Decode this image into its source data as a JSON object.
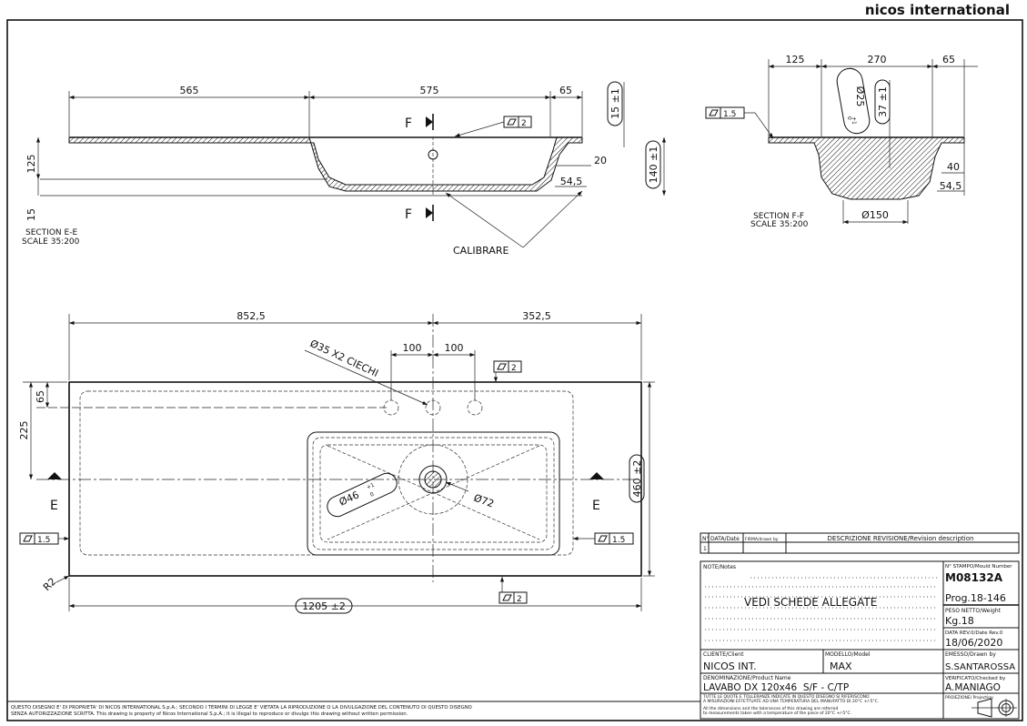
{
  "logo": "nicos international",
  "section_ee": {
    "title": "SECTION E-E",
    "scale": "SCALE 35:200",
    "dims": {
      "d565": "565",
      "d575": "575",
      "d65": "65",
      "d125": "125",
      "d15": "15",
      "d15tol": "15 ±1",
      "d140tol": "140 ±1",
      "d20": "20",
      "d54": "54,5"
    },
    "section_mark": "F",
    "flatness": "2",
    "calibrare": "CALIBRARE"
  },
  "section_ff": {
    "title": "SECTION F-F",
    "scale": "SCALE 35:200",
    "dims": {
      "d125": "125",
      "d270": "270",
      "d65": "65",
      "d25": "Ø25",
      "d25tol_up": "+1",
      "d25tol_dn": "0",
      "d37": "37 ±1",
      "d40": "40",
      "d54": "54,5",
      "d150": "Ø150"
    },
    "flatness": "1.5"
  },
  "plan": {
    "dims": {
      "d852": "852,5",
      "d352": "352,5",
      "d100a": "100",
      "d100b": "100",
      "holes": "Ø35 X2 CIECHI",
      "d65": "65",
      "d225": "225",
      "d460": "460 ±2",
      "d46": "Ø46",
      "d46tol_up": "+1",
      "d46tol_dn": "0",
      "d72": "Ø72",
      "r2": "R2",
      "d1205": "1205 ±2"
    },
    "section_mark": "E",
    "flatness_top": "2",
    "flatness_bottom": "2",
    "flatness_left": "1.5",
    "flatness_right": "1.5"
  },
  "revision_table": {
    "headers": [
      "N°",
      "DATA/Date",
      "FIRMA/drawn by",
      "DESCRIZIONE REVISIONE/Revision description"
    ],
    "rows": [
      [
        "1",
        "",
        "",
        ""
      ]
    ]
  },
  "title_block": {
    "notes_label": "NOTE/Notes",
    "notes_text": "VEDI SCHEDE ALLEGATE",
    "mould_label": "N° STAMPO/Mould Number",
    "mould_value": "M08132A",
    "prog": "Prog.18-146",
    "weight_label": "PESO NETTO/Weight",
    "weight_value": "Kg.18",
    "date_label": "DATA REV.0/Date Rev.0",
    "date_value": "18/06/2020",
    "client_label": "CLIENTE/Client",
    "client_value": "NICOS INT.",
    "model_label": "MODELLO/Model",
    "model_value": "MAX",
    "drawn_label": "EMESSO/Drawn by",
    "drawn_value": "S.SANTAROSSA",
    "product_label": "DENOMINAZIONE/Product Name",
    "product_value": "LAVABO DX 120x46  S/F - C/TP",
    "checked_label": "VERIFICATO/Checked by",
    "checked_value": "A.MANIAGO",
    "tol_it_1": "TUTTE LE QUOTE E TOLLERANZE INDICATE IN QUESTO DISEGNO SI RIFERISCONO",
    "tol_it_2": "A MISURAZIONI EFFETTUATE AD UNA TEMPERATURA DEL MANUFATTO DI 20°C +/-5°C.",
    "tol_en_1": "All the dimensions and the tolerances of this drawing are referred",
    "tol_en_2": "to measurements taken with a temperature of the piece of 20°C +/-5°C.",
    "projection_label": "PROIEZIONE/ Projection"
  },
  "footer": {
    "line1": "QUESTO DISEGNO E' DI PROPRIETA' DI NICOS INTERNATIONAL S.p.A.; SECONDO I TERMINI DI LEGGE E' VIETATA LA RIPRODUZIONE O LA DIVULGAZIONE DEL CONTENUTO DI QUESTO DISEGNO",
    "line2": "SENZA AUTORIZZAZIONE SCRITTA. This drawing is property of Nicos International S.p.A.; it is illegal to reproduce or divulge this drawing without written permission."
  }
}
